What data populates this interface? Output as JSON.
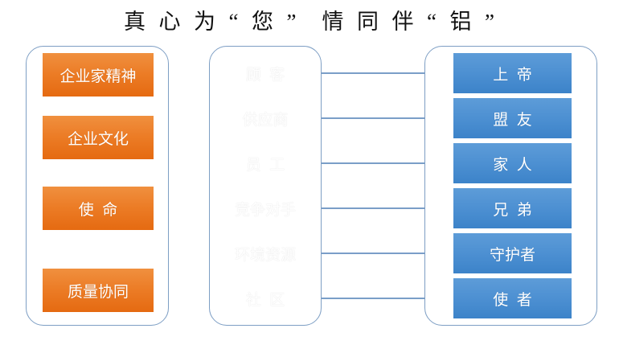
{
  "title": {
    "text": "真  心  为  “  您  ”    情  同  伴  “  铝  ”"
  },
  "colors": {
    "orange": "#EC7D27",
    "green": "#6AAC3C",
    "blue": "#4D90D2",
    "container_border": "#7D9EC4",
    "connector": "#3E6FA8",
    "background": "#FFFFFF",
    "title_text": "#111111",
    "item_text": "#FFFFFF"
  },
  "groups": {
    "values": {
      "name": "values-group",
      "items": [
        {
          "label": "企业家精神"
        },
        {
          "label": "企业文化"
        },
        {
          "label": "使  命"
        },
        {
          "label": "质量协同"
        }
      ]
    },
    "parties": {
      "name": "stakeholders-group",
      "items": [
        {
          "label": "顾  客"
        },
        {
          "label": "供应商"
        },
        {
          "label": "员  工"
        },
        {
          "label": "竞争对手"
        },
        {
          "label": "环境资源"
        },
        {
          "label": "社  区"
        }
      ]
    },
    "roles": {
      "name": "roles-group",
      "items": [
        {
          "label": "上  帝"
        },
        {
          "label": "盟  友"
        },
        {
          "label": "家  人"
        },
        {
          "label": "兄  弟"
        },
        {
          "label": "守护者"
        },
        {
          "label": "使  者"
        }
      ]
    }
  },
  "connections": [
    {
      "from": "顾  客",
      "to": "上  帝"
    },
    {
      "from": "供应商",
      "to": "盟  友"
    },
    {
      "from": "员  工",
      "to": "家  人"
    },
    {
      "from": "竞争对手",
      "to": "兄  弟"
    },
    {
      "from": "环境资源",
      "to": "守护者"
    },
    {
      "from": "社  区",
      "to": "使  者"
    }
  ]
}
